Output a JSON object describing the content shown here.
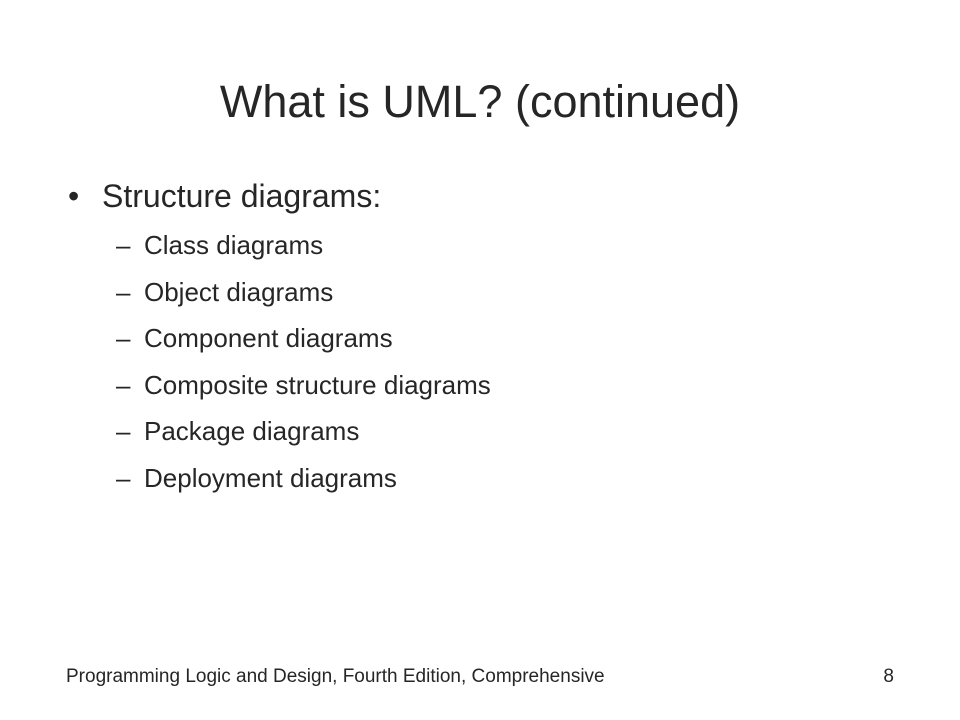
{
  "slide": {
    "title": "What is UML? (continued)",
    "bullet": {
      "mark": "•",
      "text": "Structure diagrams:",
      "sub_mark": "–",
      "sub_items": [
        "Class diagrams",
        "Object diagrams",
        "Component diagrams",
        "Composite structure diagrams",
        "Package diagrams",
        "Deployment diagrams"
      ]
    }
  },
  "footer": {
    "text": "Programming Logic and Design, Fourth Edition, Comprehensive",
    "page_number": "8"
  },
  "colors": {
    "text": "#262626",
    "background": "#ffffff"
  }
}
